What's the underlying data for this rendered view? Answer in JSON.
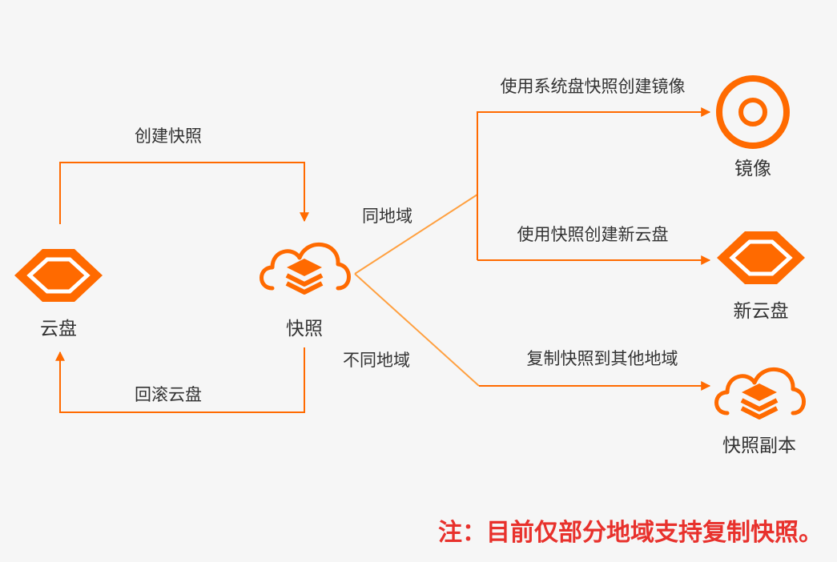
{
  "colors": {
    "accent": "#ff6a00",
    "accent_light": "#ffa040",
    "text": "#333333",
    "note": "#e8312c",
    "background": "#f6f6f6"
  },
  "nodes": {
    "cloud_disk": {
      "label": "云盘",
      "icon": "cloud-disk-icon"
    },
    "snapshot": {
      "label": "快照",
      "icon": "snapshot-cloud-icon"
    },
    "image": {
      "label": "镜像",
      "icon": "image-ring-icon"
    },
    "new_disk": {
      "label": "新云盘",
      "icon": "cloud-disk-icon"
    },
    "snapshot_copy": {
      "label": "快照副本",
      "icon": "snapshot-cloud-icon"
    }
  },
  "edges": {
    "create_snapshot": "创建快照",
    "rollback": "回滚云盘",
    "same_region": "同地域",
    "diff_region": "不同地域",
    "sys_disk_image": "使用系统盘快照创建镜像",
    "create_new_disk": "使用快照创建新云盘",
    "copy_other_region": "复制快照到其他地域"
  },
  "note": "注：目前仅部分地域支持复制快照。"
}
